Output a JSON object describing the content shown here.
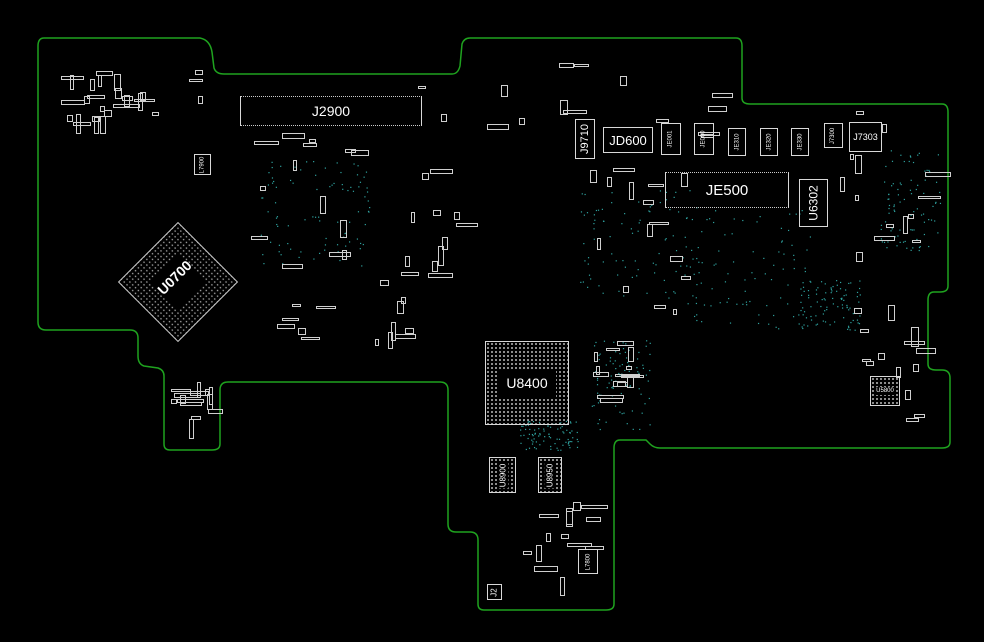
{
  "view": {
    "title": "Boardview",
    "outline_color": "#1fa31f",
    "silkscreen_color": "#d8d8d8",
    "via_color": "#2fa3a0",
    "background": "#000000"
  },
  "components": {
    "j2900": "J2900",
    "u0700": "U0700",
    "u8400": "U8400",
    "j9710": "J9710",
    "jd600": "JD600",
    "je001": "JE001",
    "je000": "JE000",
    "je310": "JE310",
    "je320": "JE320",
    "je330": "JE330",
    "j7300": "J7300",
    "j7303": "J7303",
    "je500": "JE500",
    "u6302": "U6302",
    "u5800": "U5800",
    "u8900": "U8900",
    "u8950": "U8950",
    "l7900": "L7900",
    "l7800": "L7800",
    "j2": "J2"
  }
}
